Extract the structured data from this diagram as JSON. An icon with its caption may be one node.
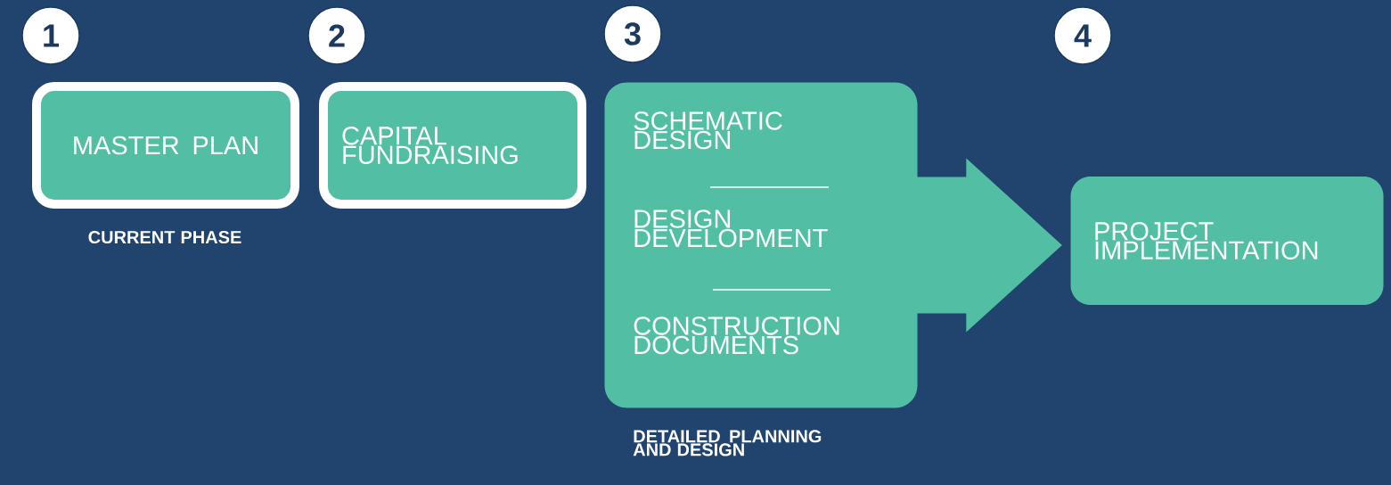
{
  "diagram": {
    "nodes": [
      {
        "text": [
          "1"
        ]
      },
      {
        "text": [
          "2"
        ]
      },
      {
        "text": [
          "3"
        ]
      },
      {
        "text": [
          "4"
        ]
      },
      {
        "text": [
          "MASTER PLAN"
        ],
        "beside": [
          "CURRENT PHASE"
        ]
      },
      {
        "text": [
          "CAPITAL FUNDRAISING"
        ]
      },
      {
        "text": [
          "SCHEMATIC DESIGN",
          "DESIGN DEVELOPMENT",
          "CONSTRUCTION DOCUMENTS"
        ],
        "beside": [
          "DETAILED PLANNING AND DESIGN"
        ]
      },
      {
        "text": [
          "PROJECT IMPLEMENTATION"
        ]
      }
    ],
    "edges": [
      {
        "from": 6,
        "to": 7,
        "arrow": "to"
      }
    ]
  }
}
